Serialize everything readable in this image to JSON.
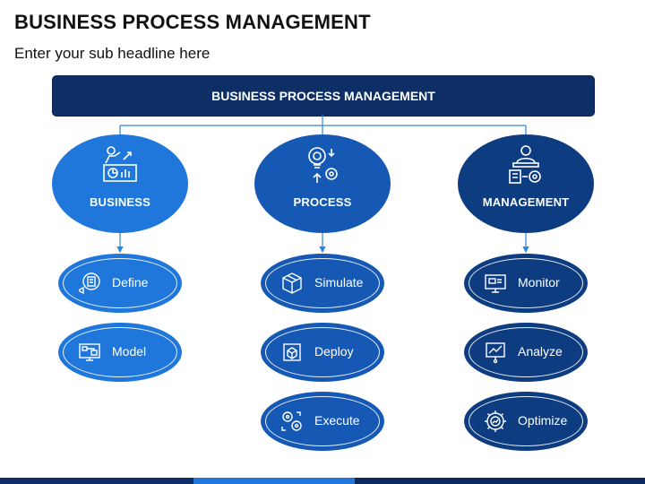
{
  "title": "BUSINESS PROCESS MANAGEMENT",
  "subtitle": "Enter your sub headline here",
  "banner": "BUSINESS PROCESS MANAGEMENT",
  "columns": [
    {
      "label": "BUSINESS",
      "icon": "presenter-chart-icon",
      "color": "#1f77dc",
      "items": [
        {
          "label": "Define",
          "icon": "document-list-icon"
        },
        {
          "label": "Model",
          "icon": "monitor-diagram-icon"
        }
      ]
    },
    {
      "label": "PROCESS",
      "icon": "bulb-gear-icon",
      "color": "#1659b5",
      "items": [
        {
          "label": "Simulate",
          "icon": "cube-icon"
        },
        {
          "label": "Deploy",
          "icon": "deploy-box-icon"
        },
        {
          "label": "Execute",
          "icon": "gears-icon"
        }
      ]
    },
    {
      "label": "MANAGEMENT",
      "icon": "manager-gear-icon",
      "color": "#0d3d80",
      "items": [
        {
          "label": "Monitor",
          "icon": "monitor-icon"
        },
        {
          "label": "Analyze",
          "icon": "board-chart-icon"
        },
        {
          "label": "Optimize",
          "icon": "gear-chart-icon"
        }
      ]
    }
  ]
}
